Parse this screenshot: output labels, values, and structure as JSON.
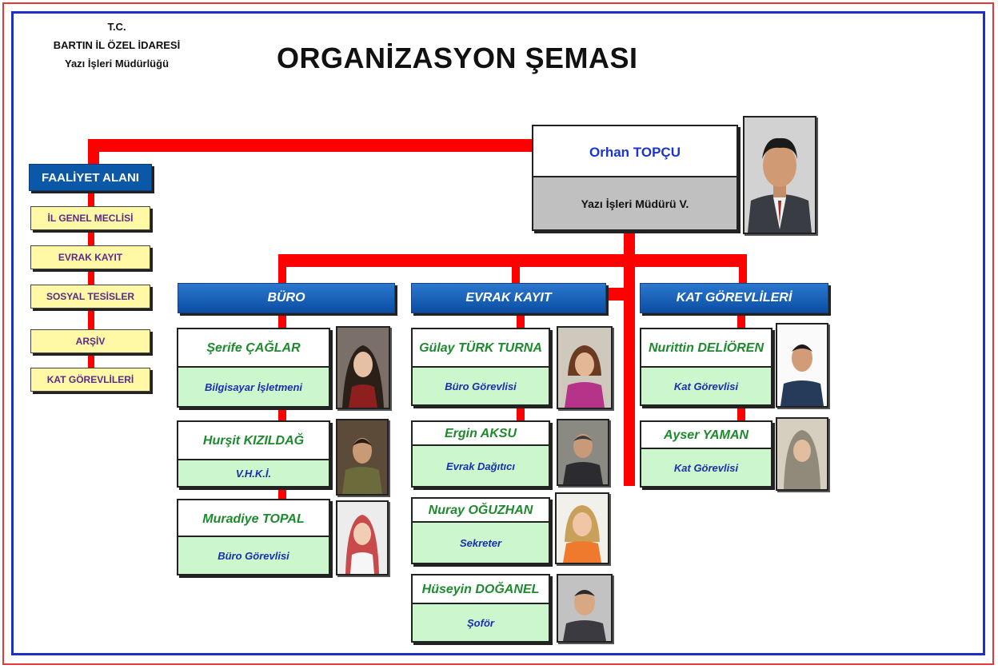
{
  "header": {
    "line1": "T.C.",
    "line2": "BARTIN İL ÖZEL İDARESİ",
    "line3": "Yazı İşleri Müdürlüğü",
    "title": "ORGANİZASYON ŞEMASI"
  },
  "head": {
    "name": "Orhan TOPÇU",
    "role": "Yazı İşleri Müdürü V."
  },
  "faaliyet": {
    "title": "FAALİYET ALANI",
    "items": [
      "İL GENEL MECLİSİ",
      "EVRAK KAYIT",
      "SOSYAL TESİSLER",
      "ARŞİV",
      "KAT GÖREVLİLERİ"
    ]
  },
  "departments": [
    {
      "name": "BÜRO",
      "staff": [
        {
          "name": "Şerife ÇAĞLAR",
          "role": "Bilgisayar İşletmeni"
        },
        {
          "name": "Hurşit KIZILDAĞ",
          "role": "V.H.K.İ."
        },
        {
          "name": "Muradiye TOPAL",
          "role": "Büro Görevlisi"
        }
      ]
    },
    {
      "name": "EVRAK KAYIT",
      "staff": [
        {
          "name": "Gülay TÜRK TURNA",
          "role": "Büro Görevlisi"
        },
        {
          "name": "Ergin AKSU",
          "role": "Evrak Dağıtıcı"
        },
        {
          "name": "Nuray OĞUZHAN",
          "role": "Sekreter"
        },
        {
          "name": "Hüseyin DOĞANEL",
          "role": "Şoför"
        }
      ]
    },
    {
      "name": "KAT GÖREVLİLERİ",
      "staff": [
        {
          "name": "Nurittin DELİÖREN",
          "role": "Kat Görevlisi"
        },
        {
          "name": "Ayser YAMAN",
          "role": "Kat Görevlisi"
        }
      ]
    }
  ],
  "colors": {
    "connector": "#ff0000",
    "dept_blue": "#0b57a8",
    "name_green": "#1e8a2e",
    "role_blue": "#1a2fb0",
    "role_bg": "#ccf7cc",
    "area_yellow": "#fff8a4"
  }
}
